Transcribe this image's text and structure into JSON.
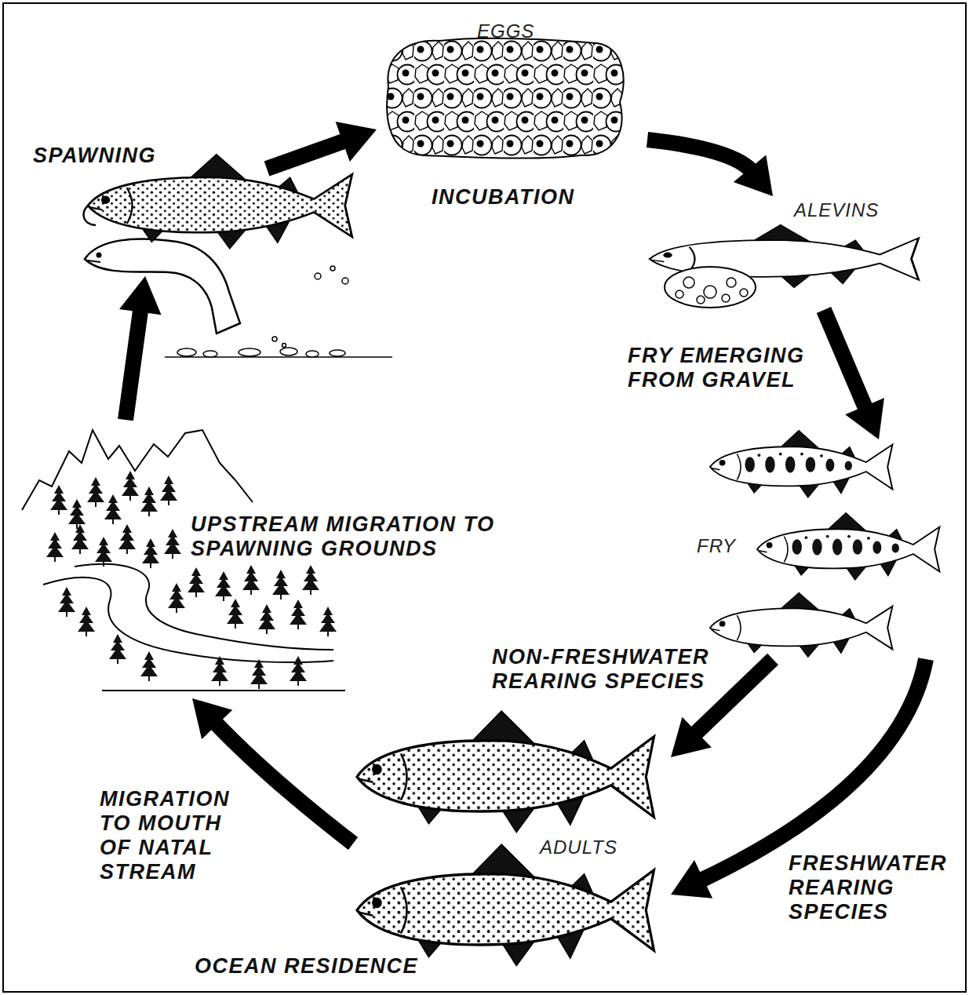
{
  "diagram": {
    "nodes": [
      {
        "text": [
          "EGGS",
          "INCUBATION"
        ]
      },
      {
        "text": [
          "ALEVINS"
        ]
      },
      {
        "text": [
          "FRY"
        ]
      },
      {
        "text": [
          "ADULTS"
        ]
      },
      {
        "text": [
          "UPSTREAM MIGRATION TO SPAWNING GROUNDS"
        ]
      },
      {
        "text": [
          "SPAWNING"
        ]
      }
    ],
    "edges": [
      {
        "from": 5,
        "to": 0,
        "arrow": "to"
      },
      {
        "from": 0,
        "to": 1,
        "arrow": "to"
      },
      {
        "from": 1,
        "to": 2,
        "label": "FRY EMERGING FROM GRAVEL",
        "arrow": "to"
      },
      {
        "from": 2,
        "to": 3,
        "label": "NON-FRESHWATER REARING SPECIES",
        "arrow": "to"
      },
      {
        "from": 2,
        "to": 3,
        "label": "FRESHWATER REARING SPECIES",
        "arrow": "to"
      },
      {
        "from": 3,
        "to": 4,
        "label": "MIGRATION TO MOUTH OF NATAL STREAM",
        "arrow": "to"
      },
      {
        "from": 4,
        "to": 5,
        "arrow": "to"
      }
    ],
    "labels": [
      "OCEAN RESIDENCE"
    ]
  }
}
